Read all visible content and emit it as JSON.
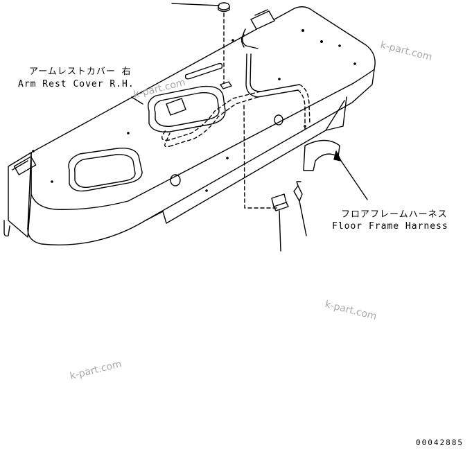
{
  "labels": {
    "arm_rest_cover_jp": "アームレストカバー 右",
    "arm_rest_cover_en": "Arm Rest Cover R.H.",
    "floor_frame_harness_jp": "フロアフレームハーネス",
    "floor_frame_harness_en": "Floor Frame Harness"
  },
  "figure_number": "00042885",
  "watermark": "k-part.com",
  "colors": {
    "line": "#000000",
    "watermark": "#a9a9a9",
    "background": "#ffffff"
  }
}
